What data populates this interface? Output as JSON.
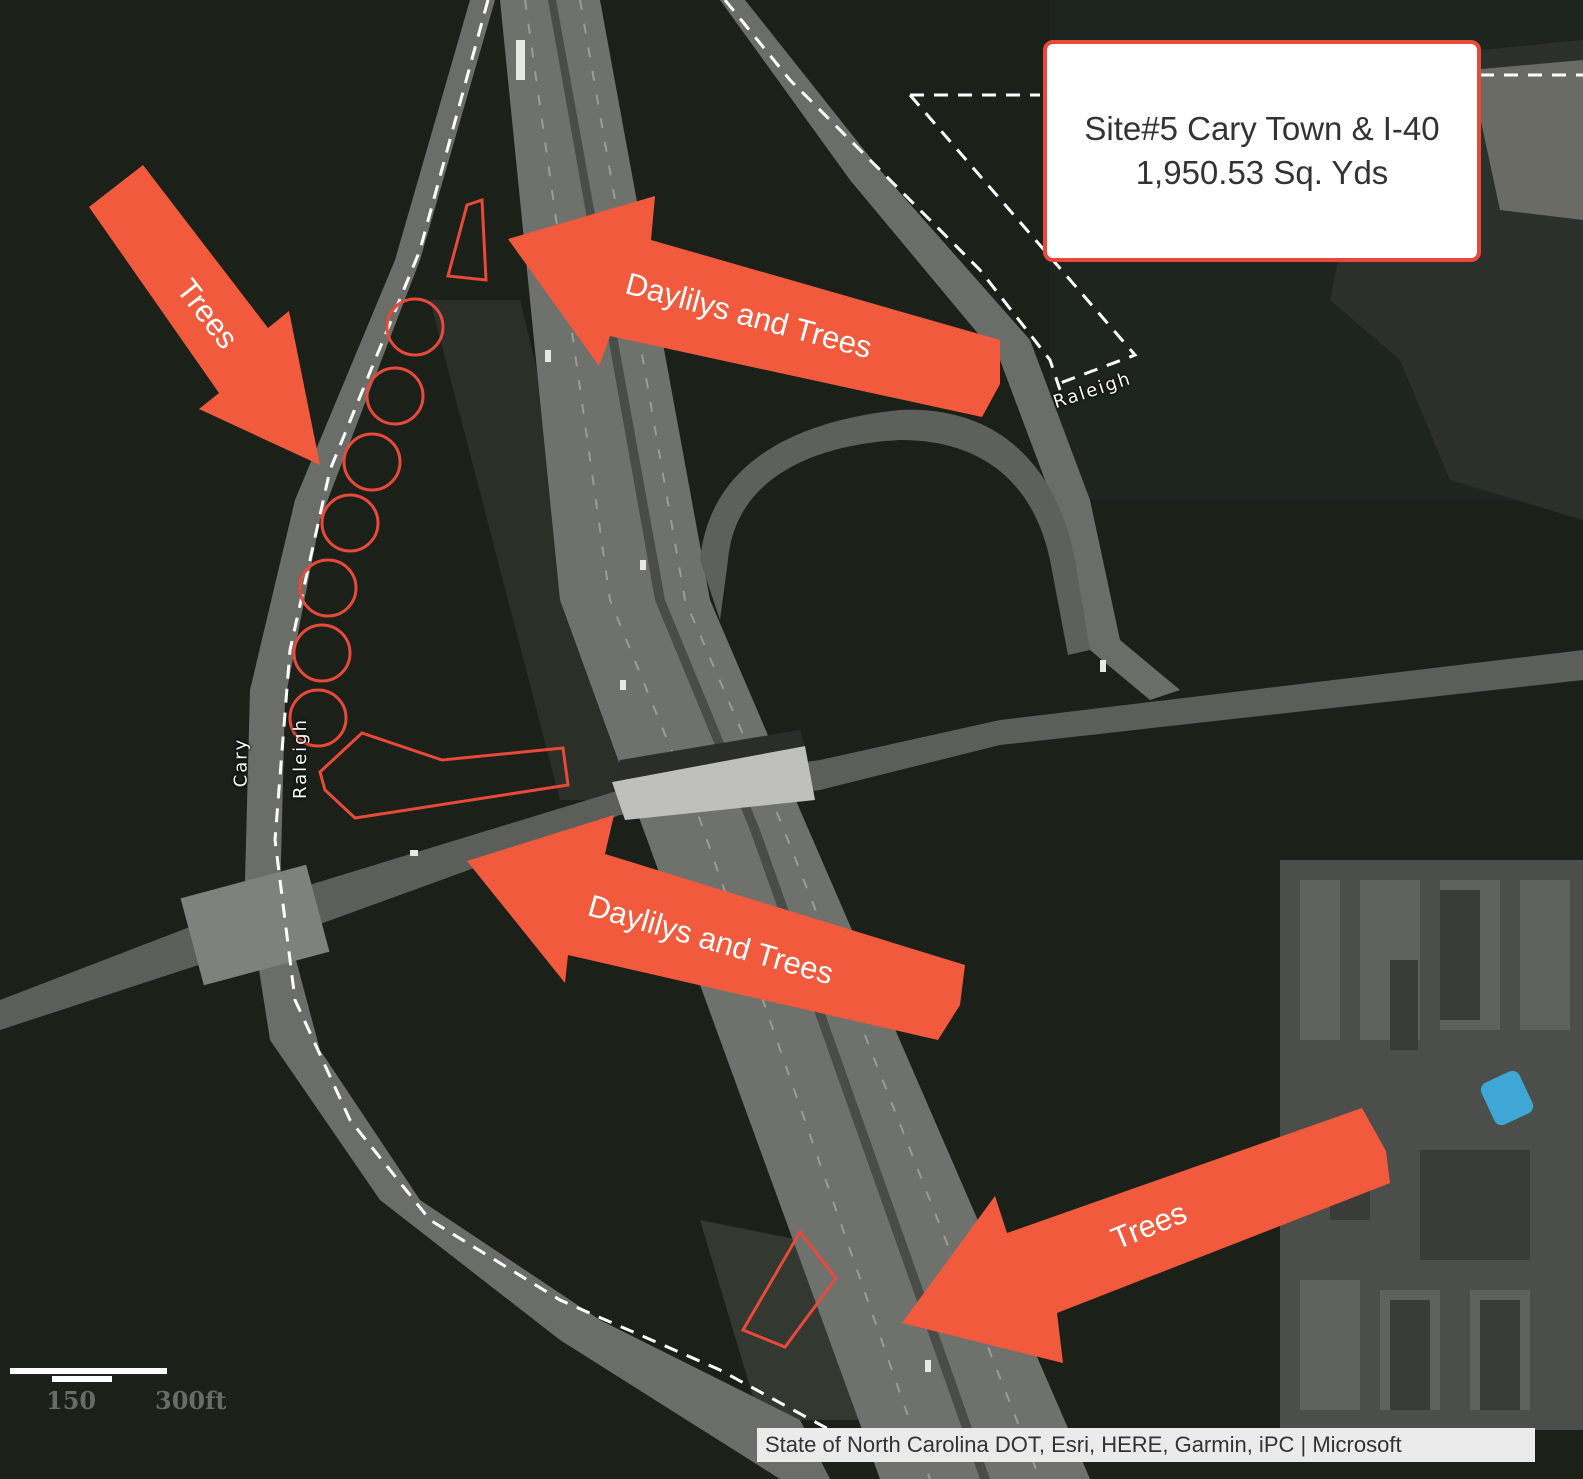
{
  "info_box": {
    "title": "Site#5 Cary Town & I-40",
    "area": "1,950.53 Sq. Yds",
    "border_color": "#e8493a"
  },
  "road_labels": {
    "raleigh_east": "Raleigh",
    "cary": "Cary",
    "raleigh_west": "Raleigh"
  },
  "annotations": {
    "color": "#f25a3e",
    "trees_top_left": "Trees",
    "daylilys_trees_upper": "Daylilys and Trees",
    "daylilys_trees_lower": "Daylilys and Trees",
    "trees_bottom_right": "Trees",
    "tree_circle_count": 7
  },
  "scale_bar": {
    "mid_label": "150",
    "end_label": "300ft"
  },
  "credits": "State of North Carolina DOT, Esri, HERE, Garmin, iPC | Microsoft",
  "colors": {
    "forest": "#1b2019",
    "road": "#7a7c78",
    "water": "#3fa7d6",
    "highlight": "#e8493a"
  }
}
